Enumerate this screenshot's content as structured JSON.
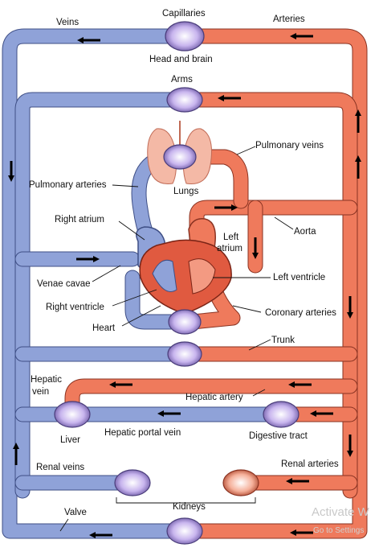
{
  "labels": {
    "veins": "Veins",
    "capillaries": "Capillaries",
    "arteries": "Arteries",
    "head_brain": "Head and brain",
    "arms": "Arms",
    "pulmonary_veins": "Pulmonary veins",
    "pulmonary_arteries": "Pulmonary arteries",
    "lungs": "Lungs",
    "right_atrium": "Right atrium",
    "left_atrium_1": "Left",
    "left_atrium_2": "atrium",
    "aorta": "Aorta",
    "venae_cavae": "Venae cavae",
    "left_ventricle": "Left ventricle",
    "right_ventricle": "Right ventricle",
    "coronary_arteries": "Coronary arteries",
    "heart": "Heart",
    "trunk": "Trunk",
    "hepatic_vein_1": "Hepatic",
    "hepatic_vein_2": "vein",
    "hepatic_artery": "Hepatic artery",
    "liver": "Liver",
    "hepatic_portal_vein": "Hepatic portal vein",
    "digestive_tract": "Digestive tract",
    "renal_veins": "Renal veins",
    "renal_arteries": "Renal arteries",
    "kidneys": "Kidneys",
    "valve": "Valve"
  },
  "watermark": {
    "line1": "Activate W",
    "line2": "Go to Settings"
  },
  "colors": {
    "vein": "#8fa2d8",
    "artery": "#ef7a5c",
    "capillary": "#b9a6e0",
    "lung": "#f4b9a6"
  }
}
